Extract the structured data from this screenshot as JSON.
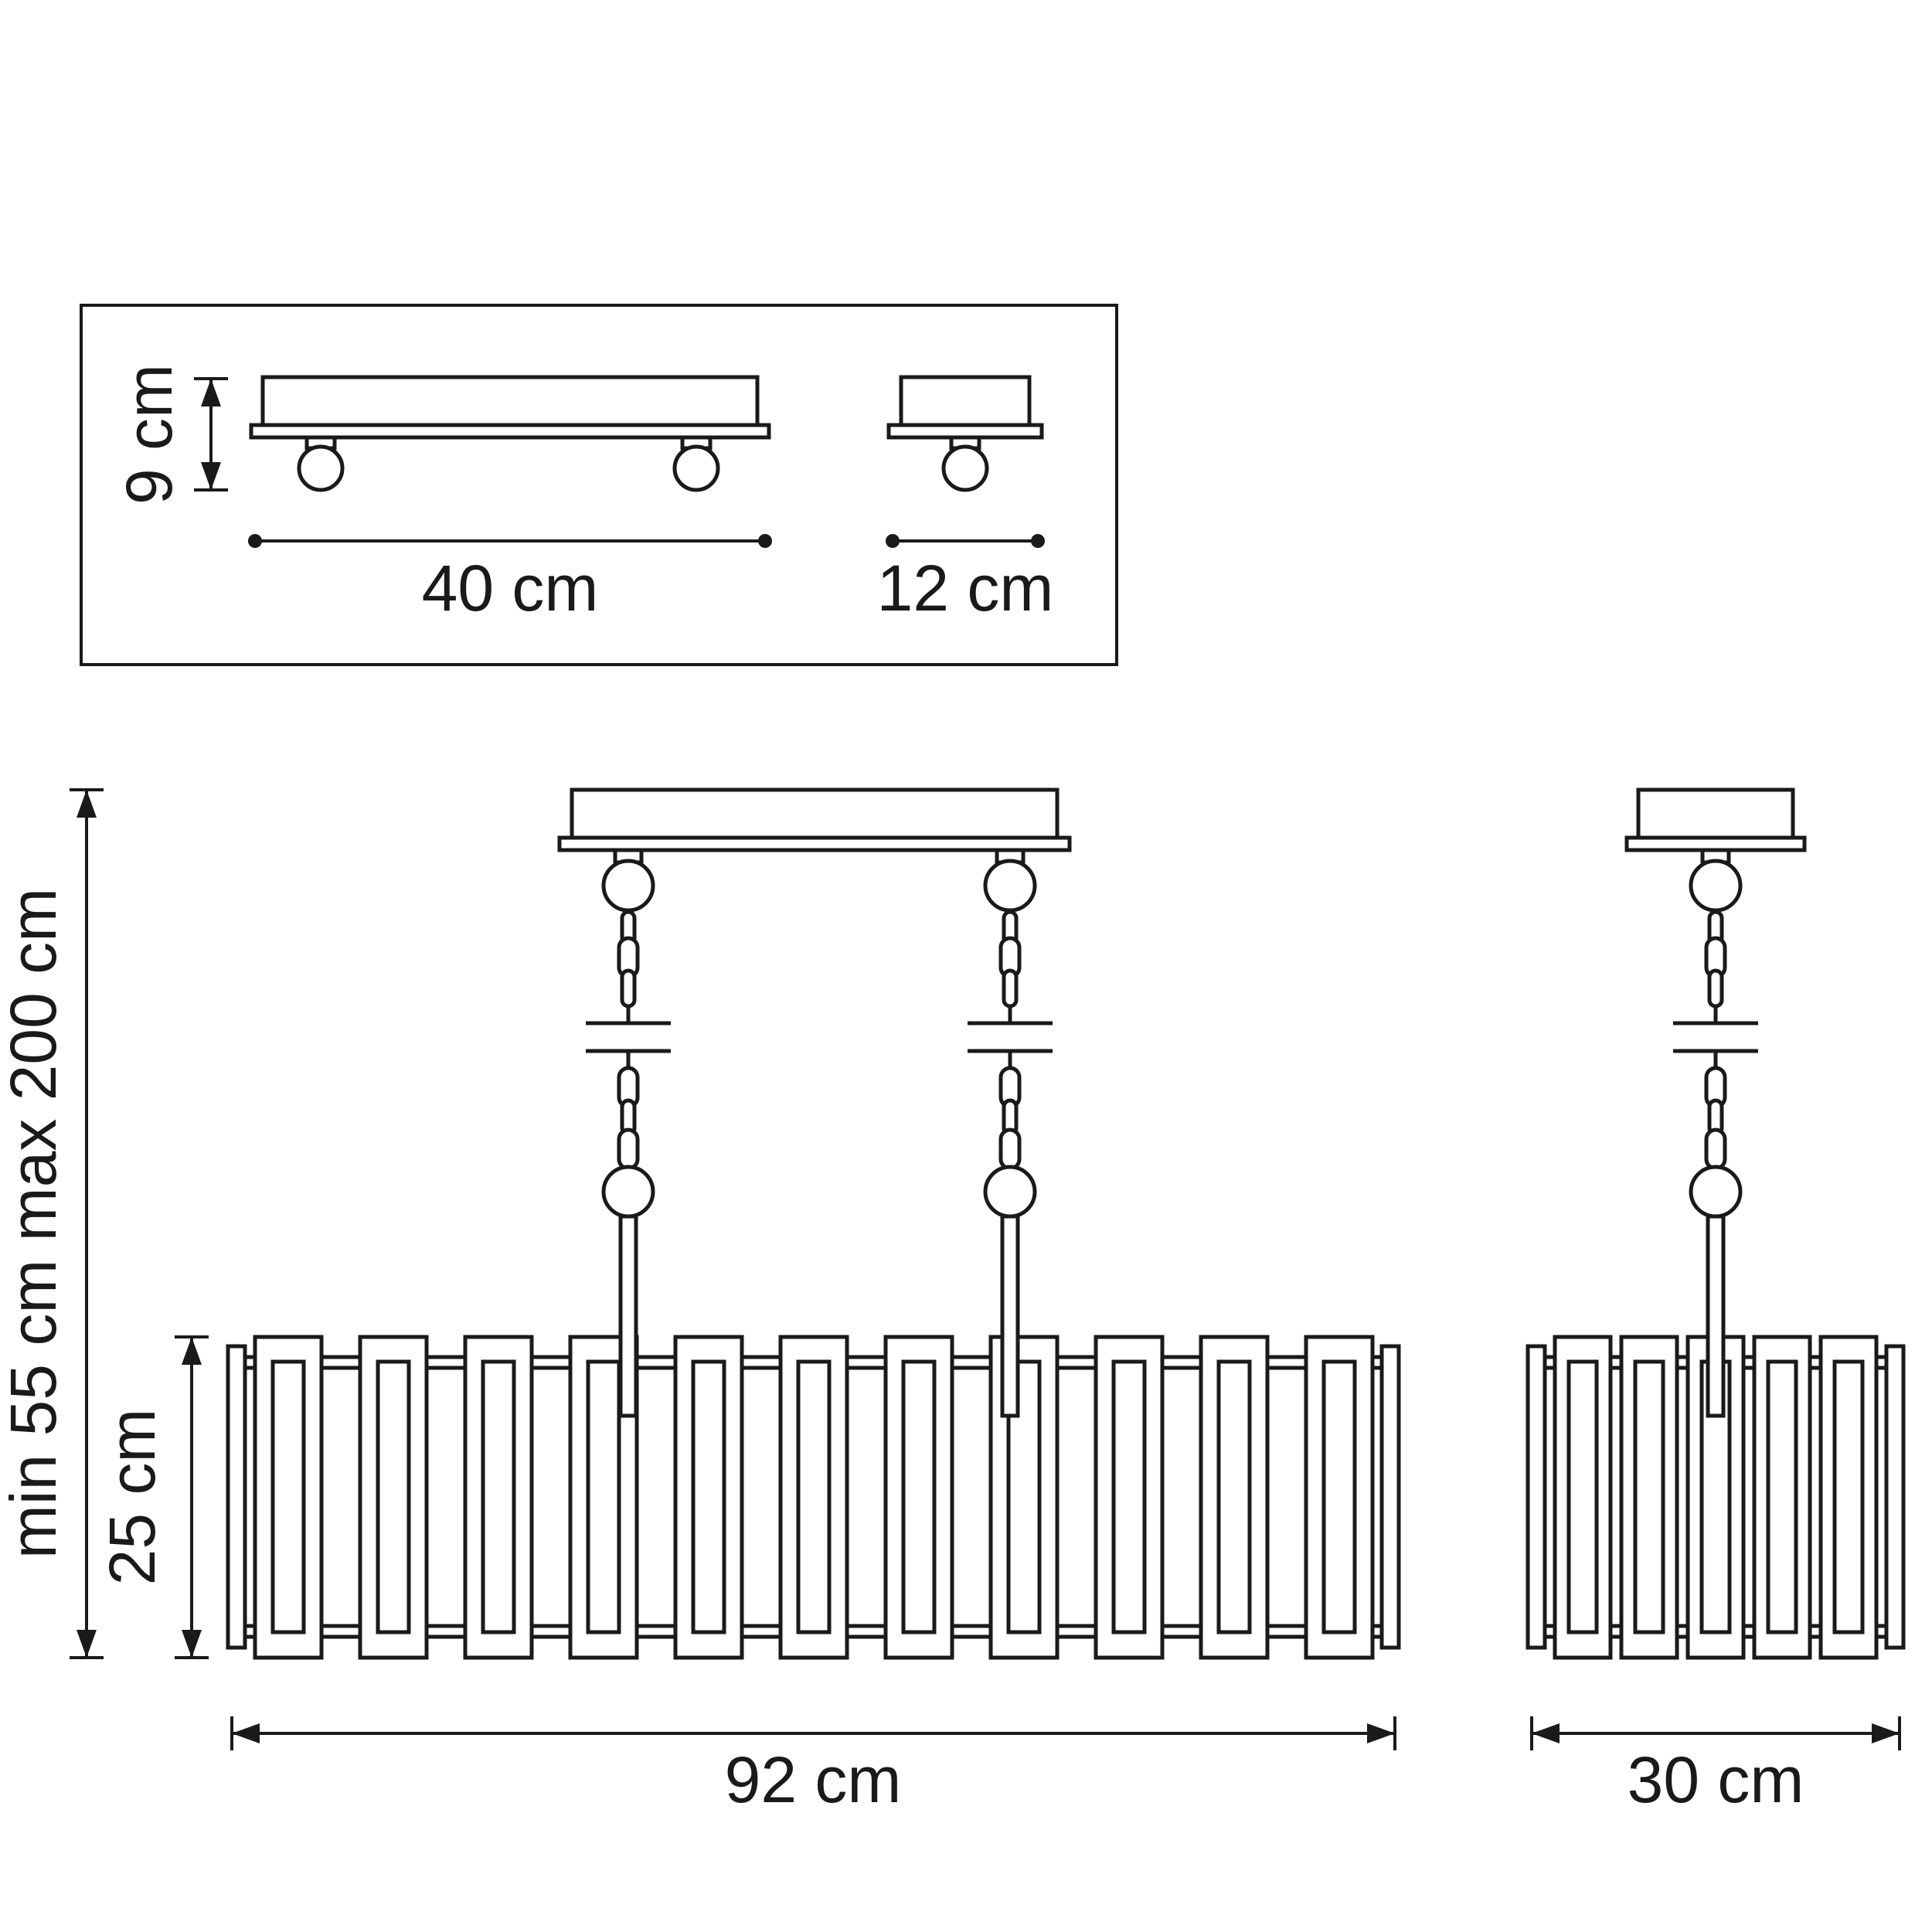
{
  "diagram": {
    "type": "chandelier-dimension-drawing",
    "labels": {
      "canopy_height": "9 cm",
      "canopy_length": "40 cm",
      "canopy_small_length": "12 cm",
      "suspension_height": "min 55 cm max 200 cm",
      "shade_height": "25 cm",
      "shade_length": "92 cm",
      "shade_small_length": "30 cm"
    },
    "colors": {
      "line": "#1a1a1a",
      "background": "#ffffff"
    }
  }
}
